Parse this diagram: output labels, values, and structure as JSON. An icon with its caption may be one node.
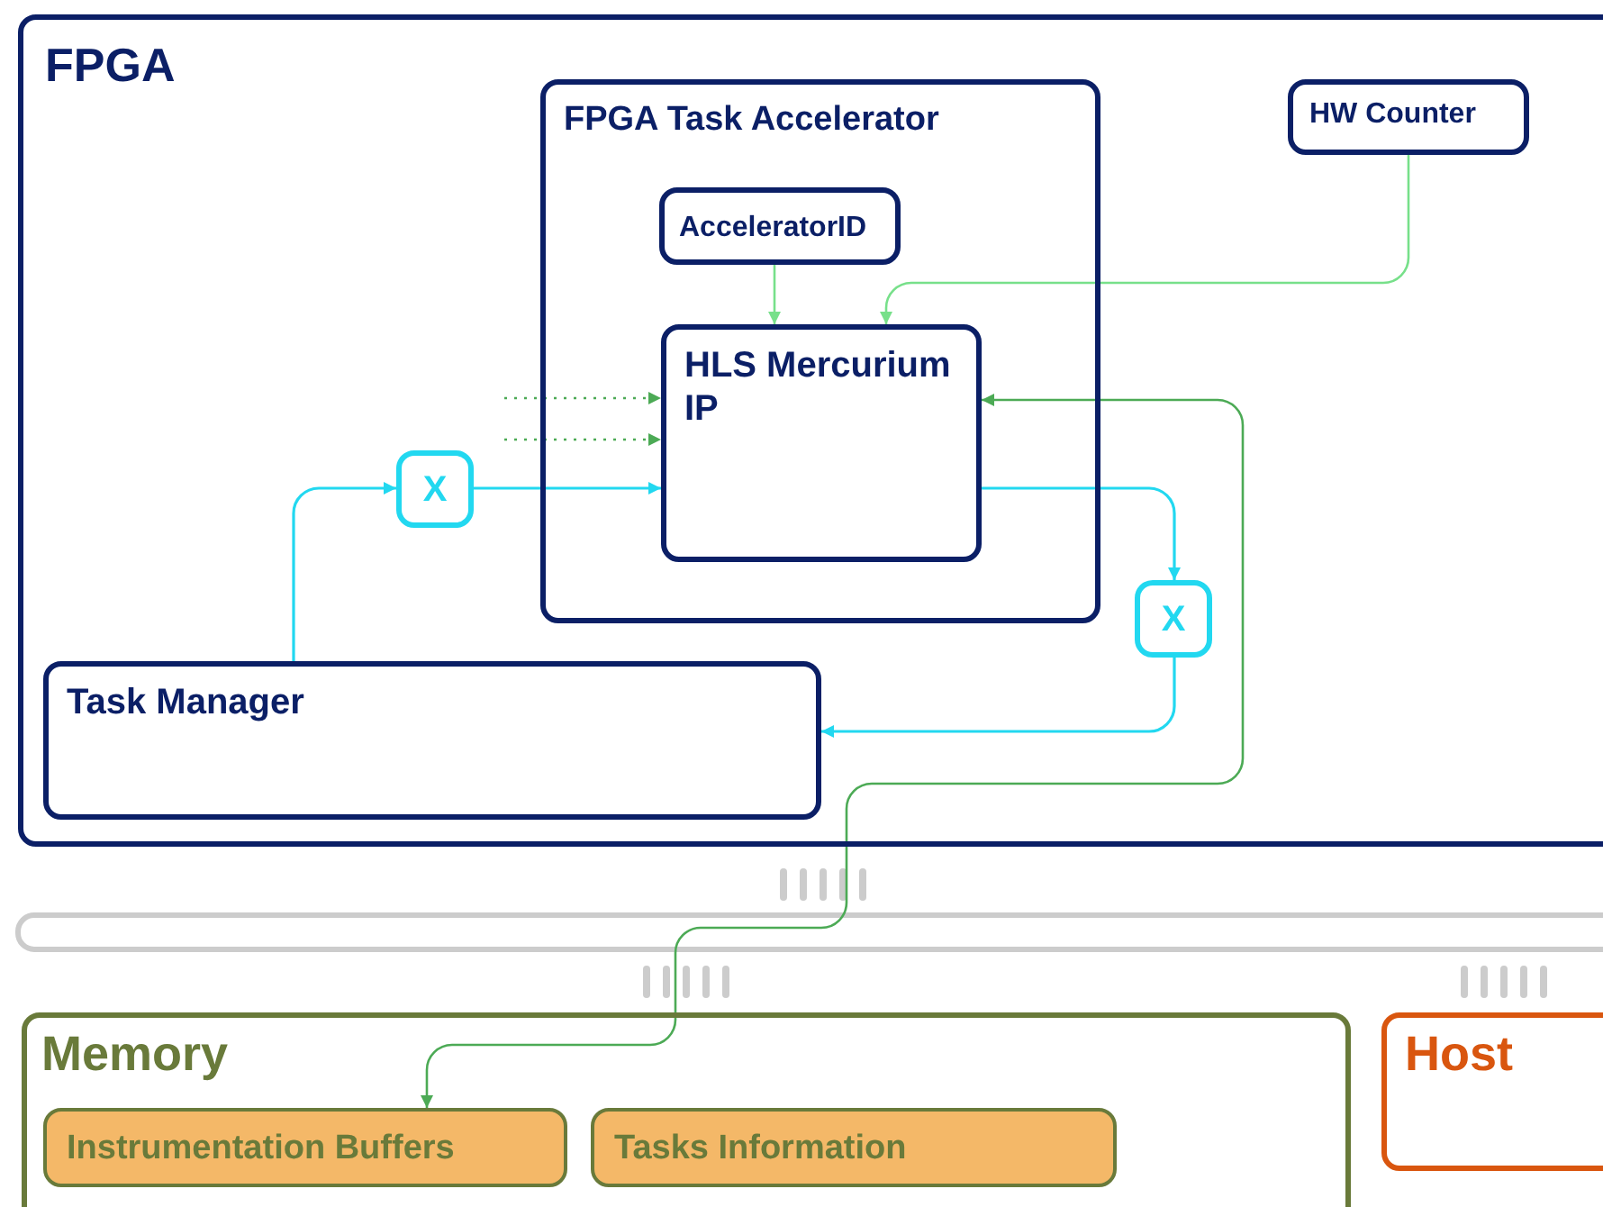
{
  "diagram": {
    "nodes": [
      {
        "text": [
          "FPGA"
        ]
      },
      {
        "text": [
          "FPGA Task Accelerator"
        ],
        "in": 0
      },
      {
        "text": [
          "HW Counter"
        ],
        "in": 0
      },
      {
        "text": [
          "AcceleratorID"
        ],
        "in": 1
      },
      {
        "text": [
          "HLS Mercurium IP"
        ],
        "in": 1
      },
      {
        "text": [
          "X"
        ],
        "in": 0
      },
      {
        "text": [
          "X"
        ],
        "in": 0
      },
      {
        "text": [
          "Task Manager"
        ],
        "in": 0
      },
      {
        "text": [
          "Memory"
        ]
      },
      {
        "text": [
          "Instrumentation Buffers"
        ],
        "in": 8
      },
      {
        "text": [
          "Tasks Information"
        ],
        "in": 8
      },
      {
        "text": [
          "Host"
        ]
      }
    ],
    "edges": [
      {
        "from": 3,
        "to": 4,
        "arrow": "to",
        "color": "#77e08a"
      },
      {
        "from": 2,
        "to": 4,
        "arrow": "to",
        "color": "#77e08a"
      },
      {
        "from": null,
        "to": 4,
        "arrow": "to",
        "style": "dashed",
        "color": "#4caa55"
      },
      {
        "from": null,
        "to": 4,
        "arrow": "to",
        "style": "dashed",
        "color": "#4caa55"
      },
      {
        "from": 7,
        "to": 5,
        "arrow": "to"
      },
      {
        "from": 5,
        "to": 4,
        "arrow": "to"
      },
      {
        "from": 4,
        "to": 6,
        "arrow": "to"
      },
      {
        "from": 6,
        "to": 7,
        "arrow": "to"
      },
      {
        "from": 4,
        "to": 9,
        "arrow": "both",
        "color": "#4caa55"
      }
    ]
  }
}
